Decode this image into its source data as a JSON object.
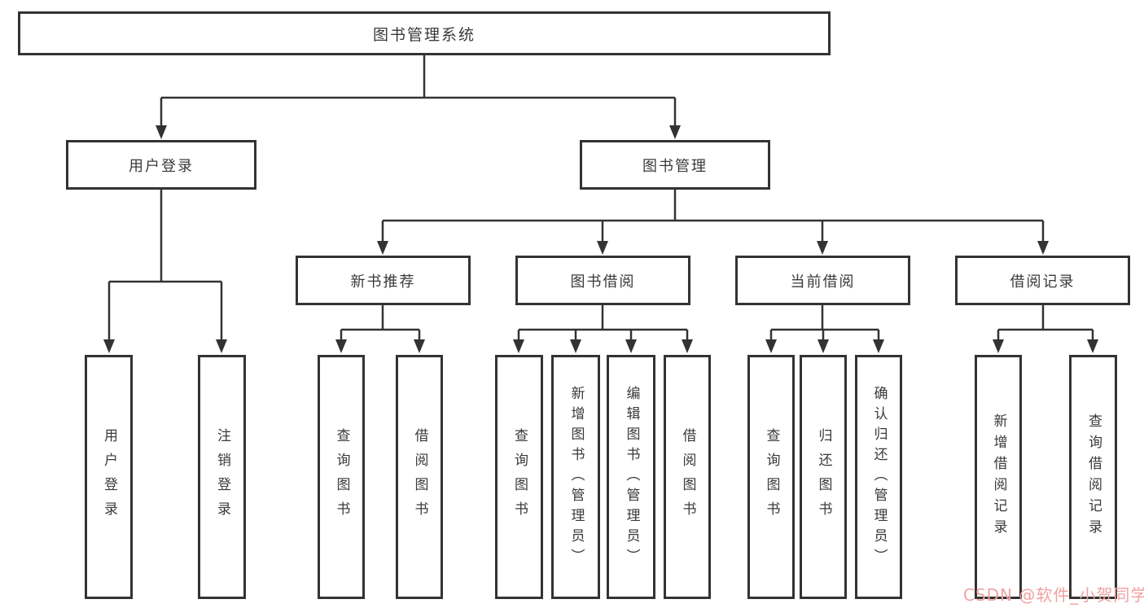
{
  "tree": {
    "root": "图书管理系统",
    "branches": [
      {
        "label": "用户登录",
        "children": [
          "用户登录",
          "注销登录"
        ]
      },
      {
        "label": "图书管理",
        "groups": [
          {
            "label": "新书推荐",
            "children": [
              "查询图书",
              "借阅图书"
            ]
          },
          {
            "label": "图书借阅",
            "children": [
              "查询图书",
              "新增图书（管理员）",
              "编辑图书（管理员）",
              "借阅图书"
            ]
          },
          {
            "label": "当前借阅",
            "children": [
              "查询图书",
              "归还图书",
              "确认归还（管理员）"
            ]
          },
          {
            "label": "借阅记录",
            "children": [
              "新增借阅记录",
              "查询借阅记录"
            ]
          }
        ]
      }
    ]
  },
  "watermark": {
    "text": "CSDN @软件_小贺同学",
    "color": "#f0a2a2"
  },
  "colors": {
    "line": "#333333",
    "box_border": "#333333",
    "text": "#3a3a3a",
    "background": "#ffffff"
  }
}
